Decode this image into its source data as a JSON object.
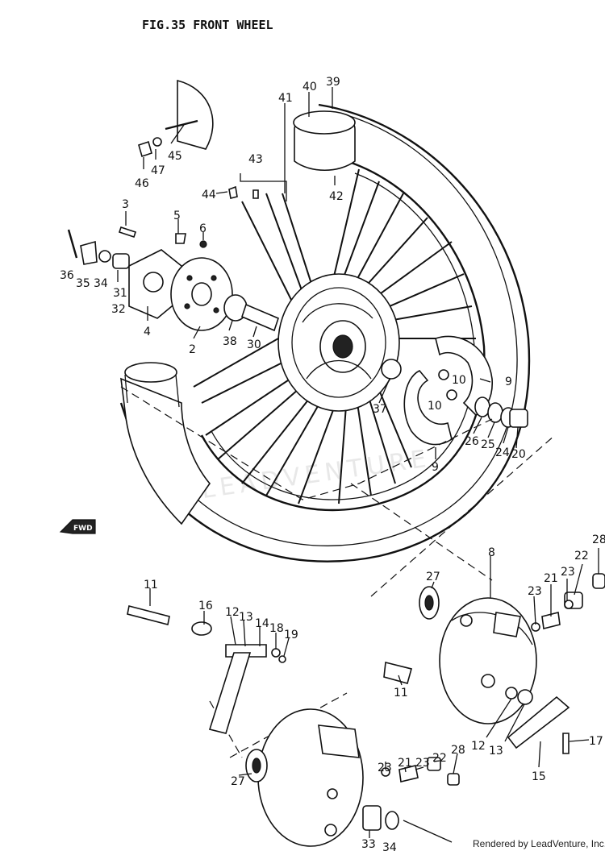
{
  "title": "FIG.35  FRONT WHEEL",
  "watermark": "LEADVENTURE",
  "direction_arrow": "FWD",
  "credit": "Rendered by LeadVenture, Inc.",
  "callouts": [
    "40",
    "39",
    "41",
    "42",
    "43",
    "44",
    "45",
    "46",
    "47",
    "3",
    "5",
    "6",
    "36",
    "35",
    "34",
    "31",
    "32",
    "4",
    "2",
    "38",
    "30",
    "37",
    "9",
    "10",
    "10",
    "26",
    "25",
    "24",
    "20",
    "9",
    "28",
    "8",
    "22",
    "23",
    "21",
    "23",
    "27",
    "11",
    "16",
    "12",
    "13",
    "14",
    "18",
    "19",
    "11",
    "12",
    "13",
    "15",
    "17",
    "23",
    "21",
    "23",
    "22",
    "28",
    "27",
    "33",
    "34"
  ]
}
